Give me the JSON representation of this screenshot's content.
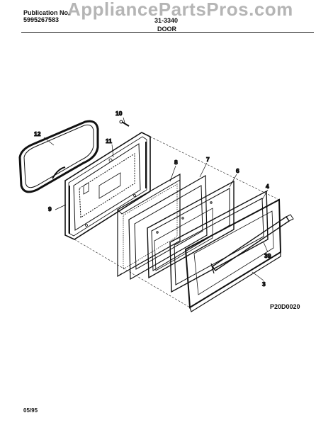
{
  "header": {
    "publication_label": "Publication No.",
    "publication_number": "5995267583",
    "model_number": "31-3340",
    "section_title": "DOOR"
  },
  "watermark": {
    "text": "AppliancePartsPros.com"
  },
  "callouts": {
    "c10": "10",
    "c11": "11",
    "c12": "12",
    "c9": "9",
    "c8": "8",
    "c7": "7",
    "c6": "6",
    "c4": "4",
    "c39": "39",
    "c3": "3"
  },
  "footer": {
    "figure_code": "P20D0020",
    "date_code": "05/95"
  }
}
